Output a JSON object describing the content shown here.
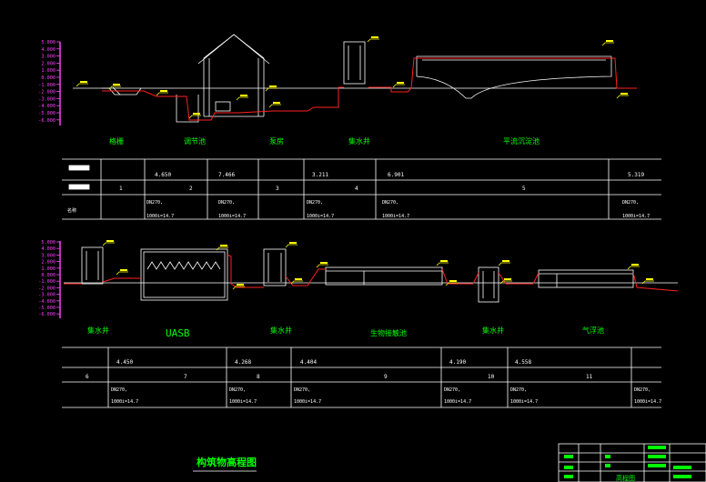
{
  "colors": {
    "background": "#000000",
    "structure": "#ffffff",
    "water_line": "#ff2020",
    "annotation": "#00ff00",
    "scale_text": "#ff40ff",
    "elev_mark": "#ffff00",
    "title": "#00ff00"
  },
  "scale_labels": [
    "5.000",
    "4.000",
    "3.000",
    "2.000",
    "1.000",
    "0.000",
    "-1.000",
    "-2.000",
    "-3.000",
    "-4.000",
    "-5.000",
    "-6.000"
  ],
  "top_profile": {
    "structure_names": [
      "格栅",
      "调节池",
      "泵房",
      "集水井",
      "平流沉淀池"
    ],
    "table": {
      "row1": [
        "4.650",
        "7.466",
        "3.211",
        "6.901",
        "5.319"
      ],
      "row2": [
        "1",
        "2",
        "3",
        "4",
        "5"
      ],
      "row3_left": "名称",
      "pipe_labels": [
        "DN270,",
        "DN270,",
        "DN270,",
        "DN270,",
        "DN270,"
      ],
      "slope_labels": [
        "1000i=14.7",
        "1000i=14.7",
        "1000i=14.7",
        "1000i=14.7",
        "1000i=14.7"
      ]
    }
  },
  "bottom_profile": {
    "structure_names": [
      "集水井",
      "UASB",
      "集水井",
      "生物接触池",
      "集水井",
      "气浮池"
    ],
    "table": {
      "row1": [
        "4.450",
        "4.268",
        "4.404",
        "4.190",
        "4.558"
      ],
      "row2": [
        "6",
        "7",
        "8",
        "9",
        "10",
        "11"
      ],
      "pipe_labels": [
        "DN270,",
        "DN270,",
        "DN270,",
        "DN270,",
        "DN270,",
        "DN270,"
      ],
      "slope_labels": [
        "1000i=14.7",
        "1000i=14.7",
        "1000i=14.7",
        "1000i=14.7",
        "1000i=14.7",
        "1000i=14.7"
      ]
    }
  },
  "drawing_title": "构筑物高程图",
  "title_block": {
    "right_label": "高程图"
  }
}
